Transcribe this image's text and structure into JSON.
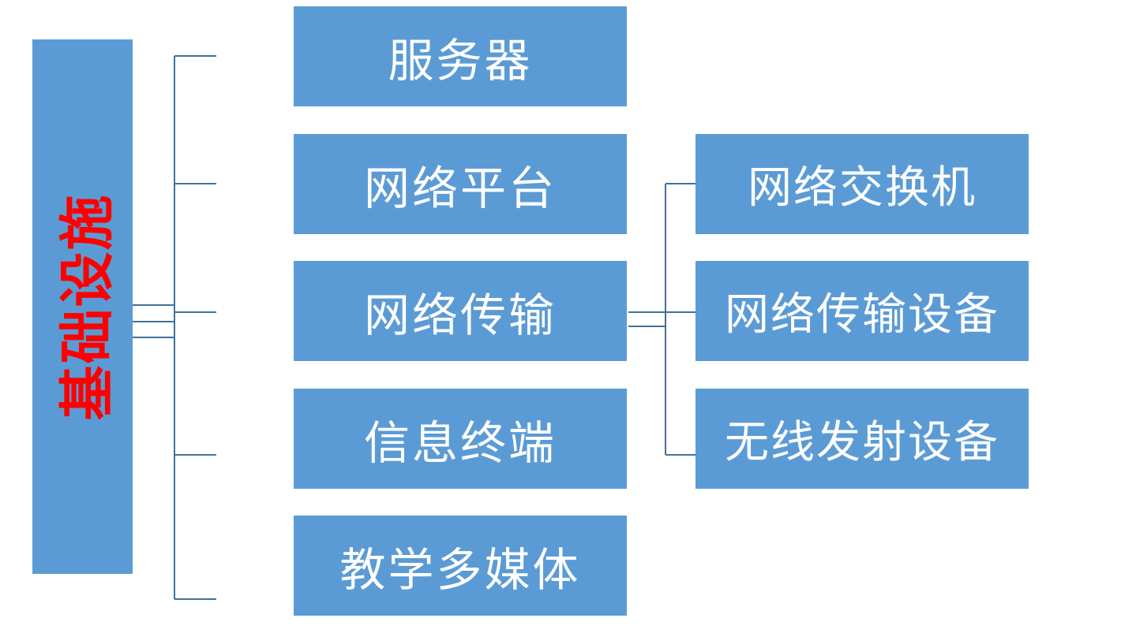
{
  "root": {
    "label": "基础设施",
    "text_color": "#ff0000"
  },
  "categories": [
    {
      "label": "服务器"
    },
    {
      "label": "网络平台"
    },
    {
      "label": "网络传输"
    },
    {
      "label": "信息终端"
    },
    {
      "label": "教学多媒体"
    }
  ],
  "network_transmission_children": [
    {
      "label": "网络交换机"
    },
    {
      "label": "网络传输设备"
    },
    {
      "label": "无线发射设备"
    }
  ],
  "colors": {
    "box_fill": "#5b9bd5",
    "box_text": "#ffffff",
    "connector": "#41719c"
  }
}
